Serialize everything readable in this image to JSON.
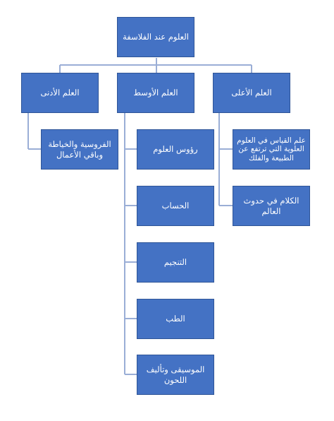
{
  "diagram": {
    "root": {
      "label": "العلوم عند الفلاسفة"
    },
    "branches": [
      {
        "label": "العلم الأعلى",
        "children": [
          "علم القياس في العلوم العلوية التي ترتفع عن الطبيعة والفلك",
          "الكلام في حدوث العالم"
        ]
      },
      {
        "label": "العلم الأوسط",
        "children": [
          "رؤوس العلوم",
          "الحساب",
          "التنجيم",
          "الطب",
          "الموسيقى وتأليف اللحون"
        ]
      },
      {
        "label": "العلم الأدنى",
        "children": [
          "الفروسية والخياطة وباقي الأعمال"
        ]
      }
    ],
    "colors": {
      "box_fill": "#4472c4",
      "box_border": "#2f5597",
      "connector": "#9aaed6",
      "text": "#ffffff"
    }
  }
}
